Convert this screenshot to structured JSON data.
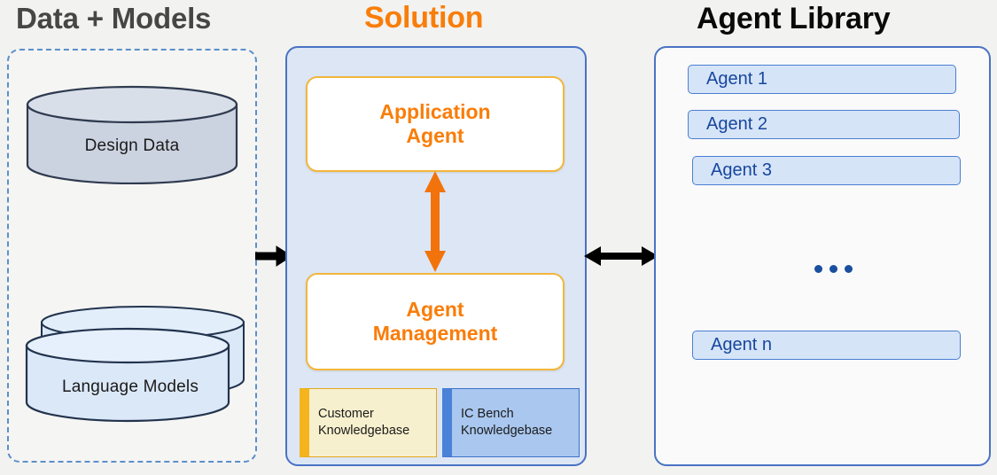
{
  "columns": {
    "data_models": {
      "title": "Data + Models",
      "title_color": "#464646",
      "border_style": "dashed",
      "border_color": "#5b8fcb",
      "items": [
        {
          "label": "Design  Data",
          "shape": "cylinder",
          "fill": "#ccd3e0",
          "stroke": "#2e3a4f"
        },
        {
          "label": "Language Models",
          "shape": "stacked-cylinder",
          "fill": "#dbe8f8",
          "stroke": "#22334d"
        }
      ]
    },
    "solution": {
      "title": "Solution",
      "title_color": "#f97d09",
      "panel_fill": "#dce6f5",
      "panel_border": "#4a72c4",
      "boxes": [
        {
          "label": "Application\nAgent",
          "line1": "Application",
          "line2": "Agent",
          "fill": "#ffffff",
          "border": "#f3b63c",
          "text_color": "#f97d09"
        },
        {
          "label": "Agent\nManagement",
          "line1": "Agent",
          "line2": "Management",
          "fill": "#ffffff",
          "border": "#f3b63c",
          "text_color": "#f97d09"
        }
      ],
      "knowledgebases": [
        {
          "line1": "Customer",
          "line2": "Knowledgebase",
          "fill": "#f7f0ce",
          "accent": "#f5b41d"
        },
        {
          "line1": "IC Bench",
          "line2": "Knowledgebase",
          "fill": "#a9c7ef",
          "accent": "#4a82d8"
        }
      ],
      "internal_arrow": {
        "direction": "both-vertical",
        "color": "#f2730c"
      }
    },
    "agent_library": {
      "title": "Agent Library",
      "title_color": "#0a0a0a",
      "panel_fill": "#fafafa",
      "panel_border": "#4a72c4",
      "agents": [
        {
          "label": "Agent 1"
        },
        {
          "label": "Agent 2"
        },
        {
          "label": "Agent 3"
        },
        {
          "label": "Agent n"
        }
      ],
      "ellipsis": "...",
      "pill_fill": "#d6e4f8",
      "pill_border": "#4a7fd0",
      "pill_text_color": "#16479d"
    }
  },
  "connectors": [
    {
      "name": "data-to-solution",
      "direction": "right",
      "color": "#000000"
    },
    {
      "name": "solution-to-library",
      "direction": "both-horizontal",
      "color": "#000000"
    }
  ]
}
